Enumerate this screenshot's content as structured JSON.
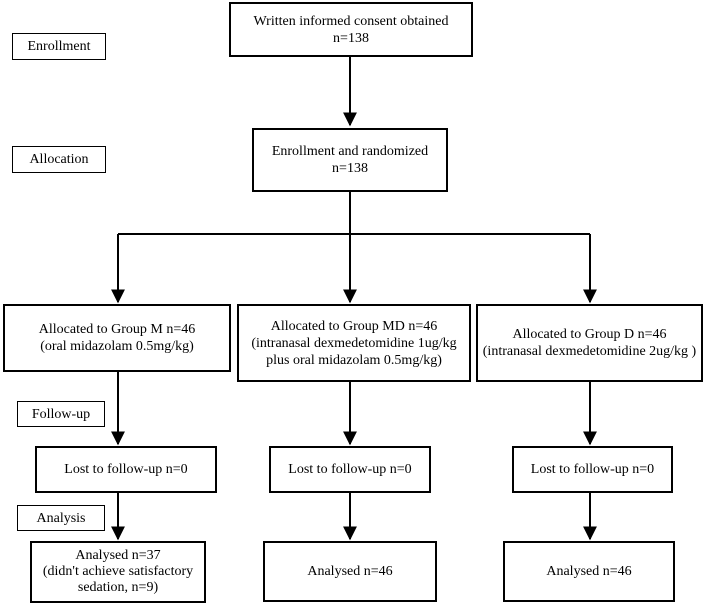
{
  "stages": {
    "enrollment": "Enrollment",
    "allocation": "Allocation",
    "follow_up": "Follow-up",
    "analysis": "Analysis"
  },
  "consent": {
    "line1": "Written informed consent obtained",
    "line2": "n=138"
  },
  "randomized": {
    "line1": "Enrollment and randomized",
    "line2": "n=138"
  },
  "groups": [
    {
      "allocated": [
        "Allocated to Group M  n=46",
        "(oral midazolam 0.5mg/kg)"
      ],
      "lost": "Lost to follow-up n=0",
      "analysed": [
        "Analysed n=37",
        "(didn't  achieve satisfactory",
        "sedation, n=9)"
      ]
    },
    {
      "allocated": [
        "Allocated to Group MD  n=46",
        "(intranasal dexmedetomidine 1ug/kg",
        "plus oral midazolam 0.5mg/kg)"
      ],
      "lost": "Lost to follow-up n=0",
      "analysed": [
        "Analysed n=46"
      ]
    },
    {
      "allocated": [
        "Allocated to Group D  n=46",
        "(intranasal dexmedetomidine 2ug/kg )"
      ],
      "lost": "Lost to follow-up n=0",
      "analysed": [
        "Analysed n=46"
      ]
    }
  ]
}
